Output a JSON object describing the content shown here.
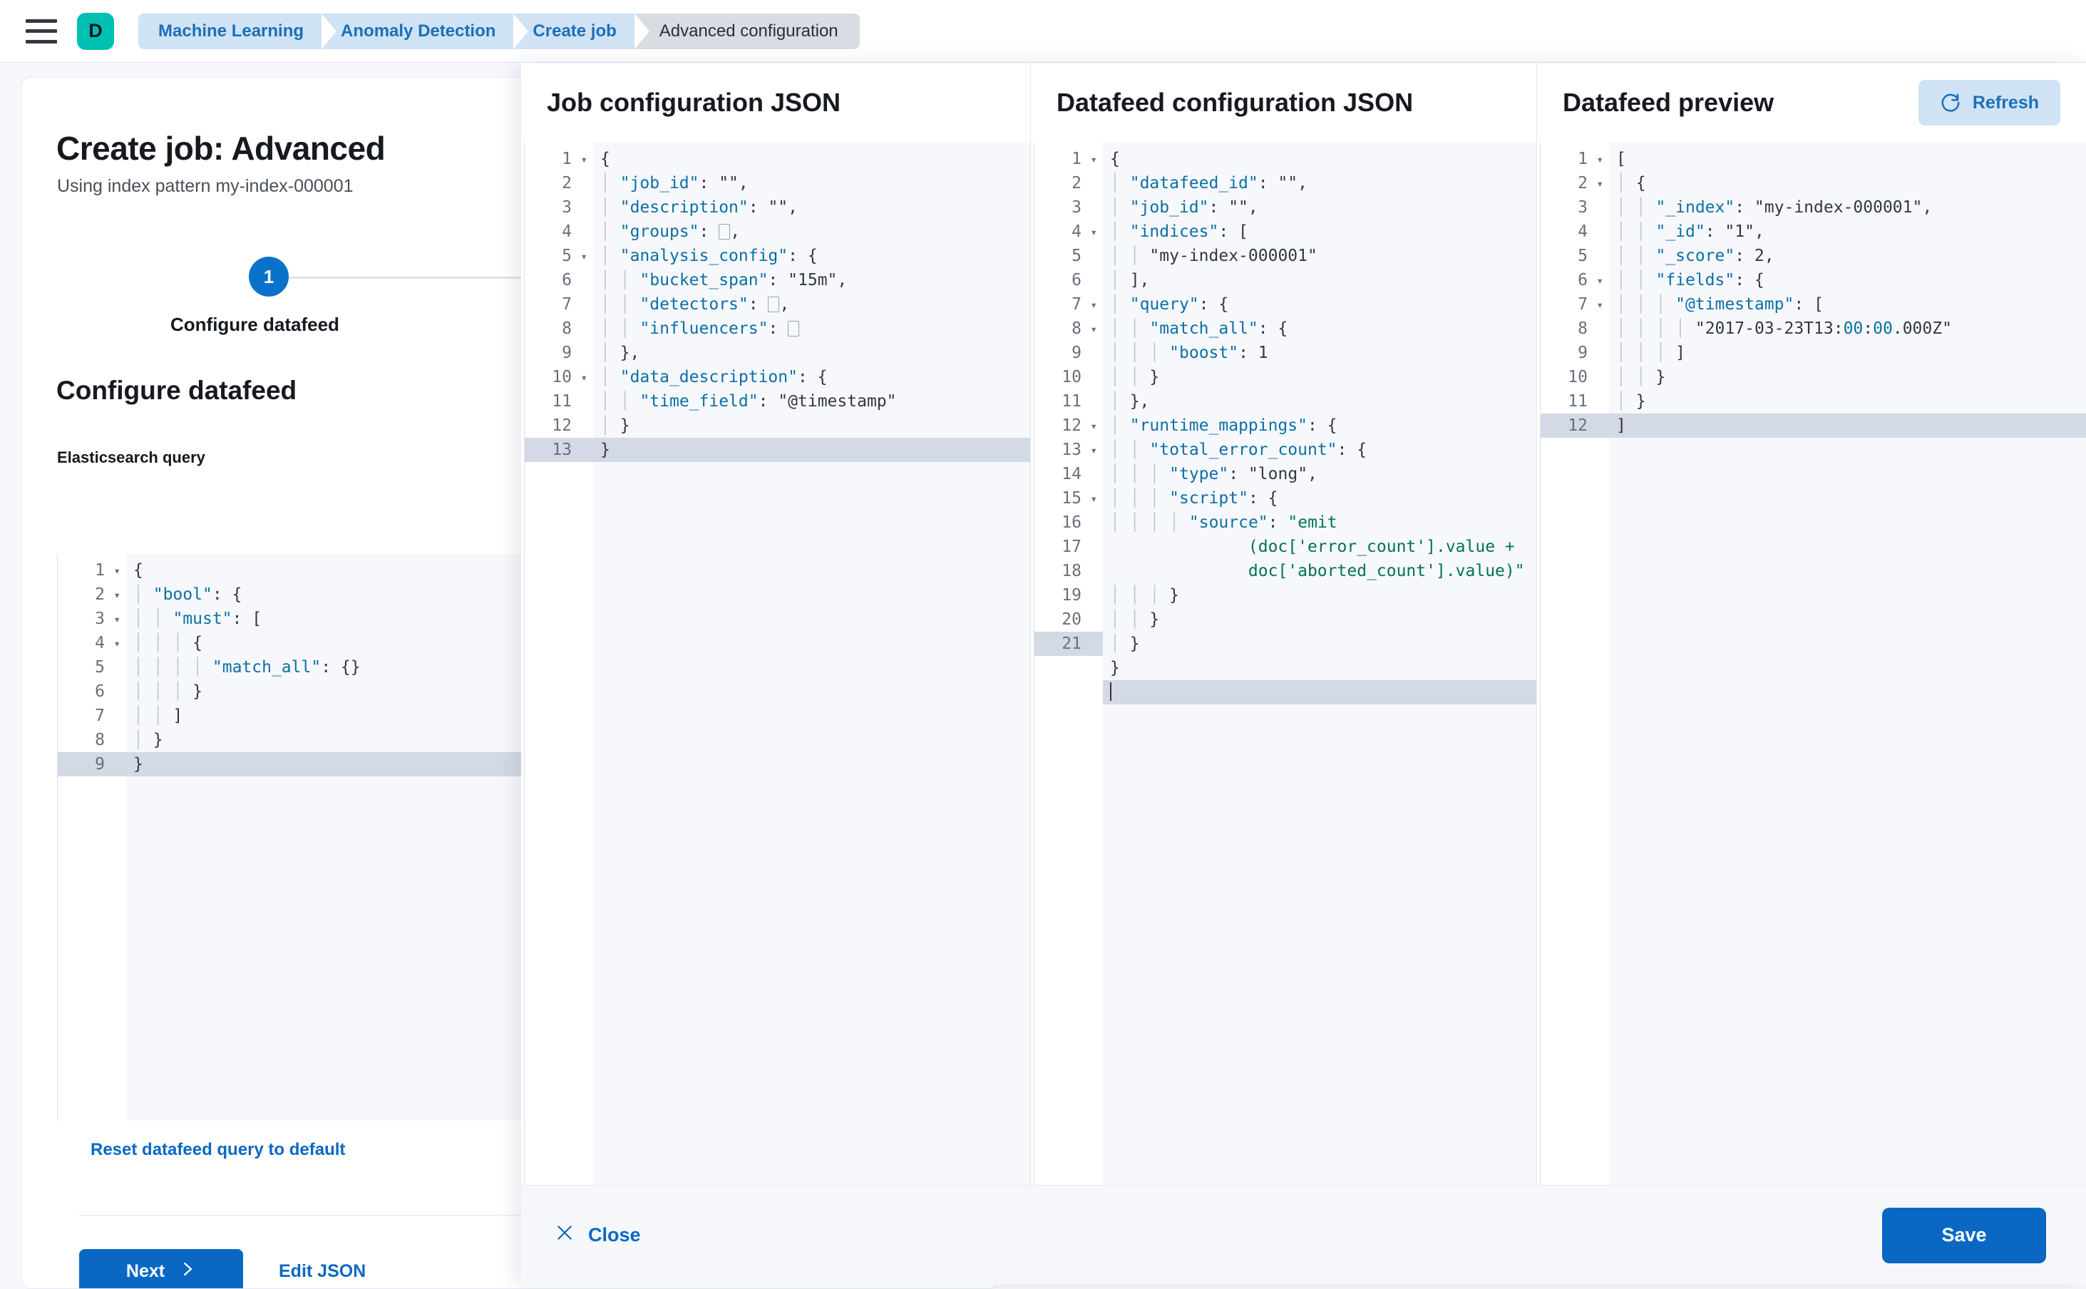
{
  "topbar": {
    "menu_icon": "hamburger-menu-icon",
    "deployment_initial": "D",
    "breadcrumbs": [
      {
        "label": "Machine Learning",
        "active": false
      },
      {
        "label": "Anomaly Detection",
        "active": false
      },
      {
        "label": "Create job",
        "active": false
      },
      {
        "label": "Advanced configuration",
        "active": true
      }
    ]
  },
  "colors": {
    "accent_blue": "#0A68C4",
    "link_blue": "#1D6FB8",
    "breadcrumb_bg": "#CFE3F5",
    "breadcrumb_active_bg": "#D9DCE3",
    "deployment_teal": "#00BFB3",
    "editor_bg": "#F7F8FC",
    "highlight_row": "#D3DAE6",
    "json_key": "#0B6FA4",
    "json_string": "#00754B"
  },
  "wizard": {
    "title": "Create job: Advanced",
    "subtitle": "Using index pattern my-index-000001",
    "step_number": "1",
    "step_label": "Configure datafeed",
    "section_title": "Configure datafeed",
    "query_label": "Elasticsearch query",
    "reset_link": "Reset datafeed query to default",
    "next_button": "Next",
    "next_icon": "chevron-right-icon",
    "edit_json_button": "Edit JSON",
    "query_editor": {
      "line_count": 9,
      "highlighted_line": 9,
      "folds": [
        1,
        2,
        3,
        4
      ],
      "lines": [
        "{",
        "  \"bool\": {",
        "    \"must\": [",
        "      {",
        "        \"match_all\": {}",
        "      }",
        "    ]",
        "  }",
        "}"
      ]
    }
  },
  "flyout": {
    "columns": [
      {
        "title": "Job configuration JSON",
        "editor": {
          "line_count": 13,
          "highlighted_line": 13,
          "folds": [
            1,
            5,
            10
          ],
          "lines": [
            "{",
            "  \"job_id\": \"\",",
            "  \"description\": \"\",",
            "  \"groups\": [],",
            "  \"analysis_config\": {",
            "    \"bucket_span\": \"15m\",",
            "    \"detectors\": [],",
            "    \"influencers\": []",
            "  },",
            "  \"data_description\": {",
            "    \"time_field\": \"@timestamp\"",
            "  }",
            "}"
          ]
        }
      },
      {
        "title": "Datafeed configuration JSON",
        "editor": {
          "line_count": 21,
          "highlighted_line": 21,
          "folds": [
            1,
            4,
            7,
            8,
            12,
            13,
            15
          ],
          "lines": [
            "{",
            "  \"datafeed_id\": \"\",",
            "  \"job_id\": \"\",",
            "  \"indices\": [",
            "    \"my-index-000001\"",
            "  ],",
            "  \"query\": {",
            "    \"match_all\": {",
            "      \"boost\": 1",
            "    }",
            "  },",
            "  \"runtime_mappings\": {",
            "    \"total_error_count\": {",
            "      \"type\": \"long\",",
            "      \"script\": {",
            "        \"source\": \"emit (doc['error_count'].value + doc['aborted_count'].value)\"",
            "      }",
            "    }",
            "  }",
            "}",
            ""
          ]
        }
      },
      {
        "title": "Datafeed preview",
        "refresh_button": "Refresh",
        "refresh_icon": "refresh-icon",
        "editor": {
          "line_count": 12,
          "highlighted_line": 12,
          "folds": [
            1,
            2,
            6,
            7
          ],
          "lines": [
            "[",
            "  {",
            "    \"_index\": \"my-index-000001\",",
            "    \"_id\": \"1\",",
            "    \"_score\": 2,",
            "    \"fields\": {",
            "      \"@timestamp\": [",
            "        \"2017-03-23T13:00:00.000Z\"",
            "      ]",
            "    }",
            "  }",
            "]"
          ]
        }
      }
    ],
    "footer": {
      "close_button": "Close",
      "close_icon": "close-x-icon",
      "save_button": "Save"
    }
  }
}
